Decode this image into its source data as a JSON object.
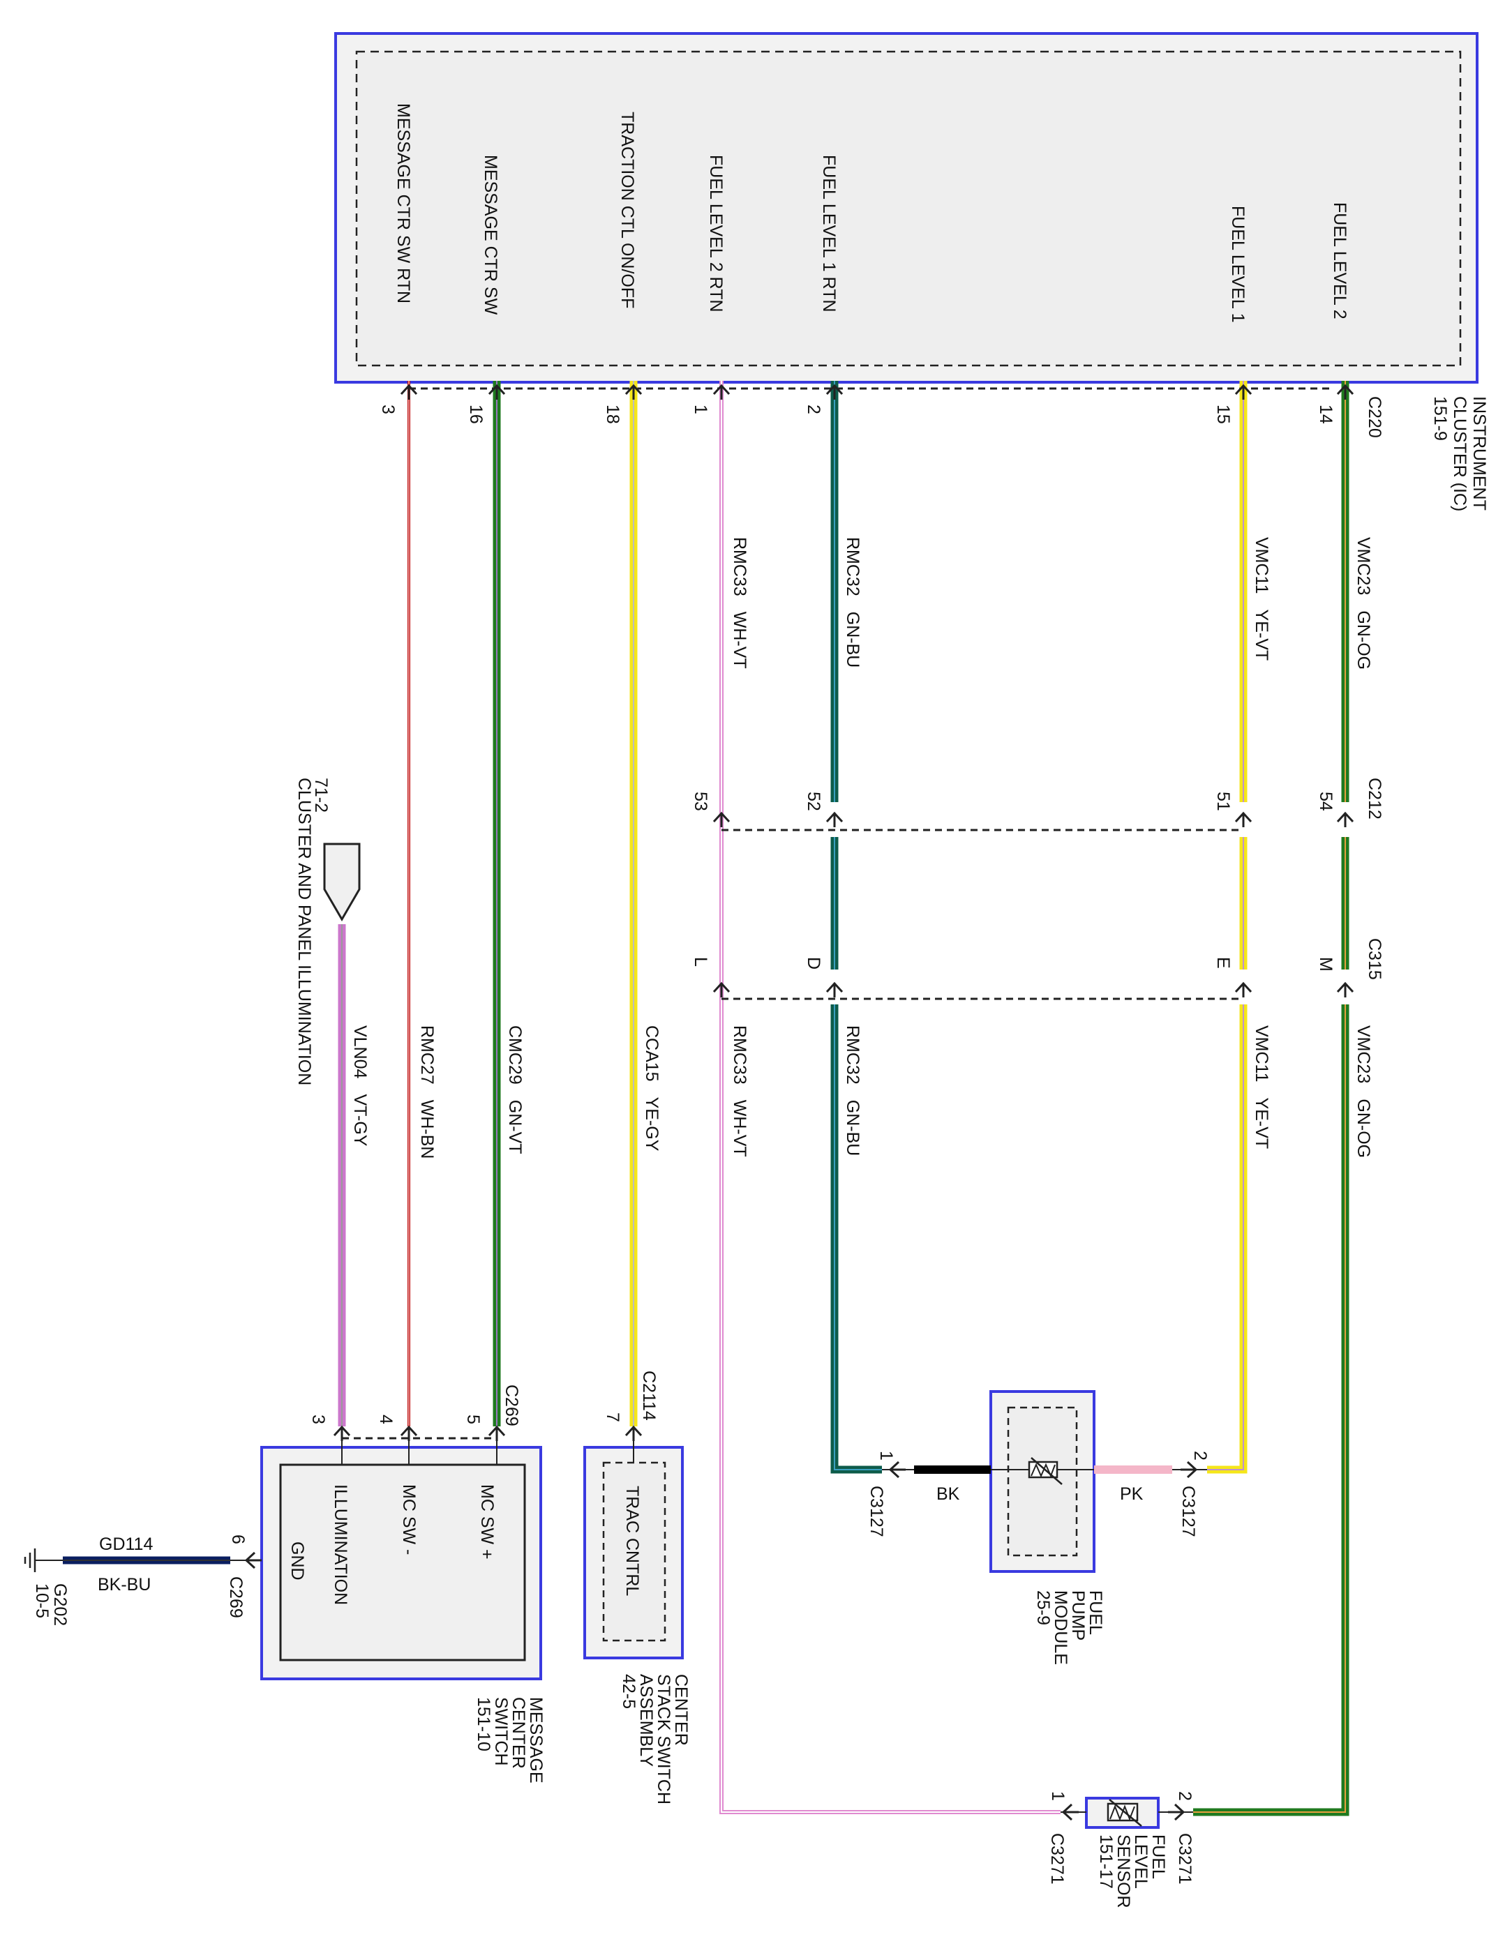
{
  "instrument_cluster": {
    "name": [
      "INSTRUMENT",
      "CLUSTER (IC)",
      "151-9"
    ],
    "connector": "C220",
    "pins": [
      {
        "signal": "MESSAGE CTR SW RTN",
        "pin": "3"
      },
      {
        "signal": "MESSAGE CTR SW",
        "pin": "16"
      },
      {
        "signal": "TRACTION CTL ON/OFF",
        "pin": "18"
      },
      {
        "signal": "FUEL LEVEL 2 RTN",
        "pin": "1"
      },
      {
        "signal": "FUEL LEVEL 1 RTN",
        "pin": "2"
      },
      {
        "signal": "FUEL LEVEL 1",
        "pin": "15"
      },
      {
        "signal": "FUEL LEVEL 2",
        "pin": "14"
      }
    ]
  },
  "wires_upper": [
    {
      "circuit": "RMC33",
      "color": "WH-VT"
    },
    {
      "circuit": "RMC32",
      "color": "GN-BU"
    },
    {
      "circuit": "VMC11",
      "color": "YE-VT"
    },
    {
      "circuit": "VMC23",
      "color": "GN-OG"
    }
  ],
  "connector_c212": {
    "name": "C212",
    "pins": [
      "53",
      "52",
      "51",
      "54"
    ]
  },
  "connector_c315": {
    "name": "C315",
    "pins": [
      "L",
      "D",
      "E",
      "M"
    ]
  },
  "wires_lower": [
    {
      "circuit": "VLN04",
      "color": "VT-GY"
    },
    {
      "circuit": "RMC27",
      "color": "WH-BN"
    },
    {
      "circuit": "CMC29",
      "color": "GN-VT"
    },
    {
      "circuit": "CCA15",
      "color": "YE-GY"
    },
    {
      "circuit": "RMC33",
      "color": "WH-VT"
    },
    {
      "circuit": "RMC32",
      "color": "GN-BU"
    },
    {
      "circuit": "VMC11",
      "color": "YE-VT"
    },
    {
      "circuit": "VMC23",
      "color": "GN-OG"
    }
  ],
  "illumination_ref": {
    "page": "71-2",
    "label": "CLUSTER AND PANEL ILLUMINATION"
  },
  "message_center_switch": {
    "name": [
      "MESSAGE",
      "CENTER",
      "SWITCH",
      "151-10"
    ],
    "connector": "C269",
    "pins": [
      {
        "label": "MC SW +",
        "pin": "5"
      },
      {
        "label": "MC SW -",
        "pin": "4"
      },
      {
        "label": "ILLUMINATION",
        "pin": "3"
      },
      {
        "label": "GND",
        "pin": "6"
      }
    ]
  },
  "ground": {
    "circuit": "GD114",
    "color": "BK-BU",
    "ref": "G202",
    "page": "10-5",
    "connector": "C269"
  },
  "center_stack_switch": {
    "name": [
      "CENTER",
      "STACK SWITCH",
      "ASSEMBLY",
      "42-5"
    ],
    "connector": "C2114",
    "pin": "7",
    "label": "TRAC CNTRL"
  },
  "fuel_pump_module": {
    "name": [
      "FUEL",
      "PUMP",
      "MODULE",
      "25-9"
    ],
    "connector": "C3127",
    "pin_a": "1",
    "pin_b": "2",
    "wire_a": "BK",
    "wire_b": "PK"
  },
  "fuel_level_sensor": {
    "name": [
      "FUEL",
      "LEVEL",
      "SENSOR",
      "151-17"
    ],
    "connector": "C3271",
    "pin_a": "1",
    "pin_b": "2"
  },
  "colors": {
    "module_border": "#3a3ae0",
    "green": "#1f7a1f",
    "dark_green": "#0d5c4a",
    "yellow": "#f5e61a",
    "pink": "#f0a8d0",
    "violet": "#cc77cc",
    "red": "#c01010",
    "navy": "#0a1e60",
    "black": "#000000"
  }
}
